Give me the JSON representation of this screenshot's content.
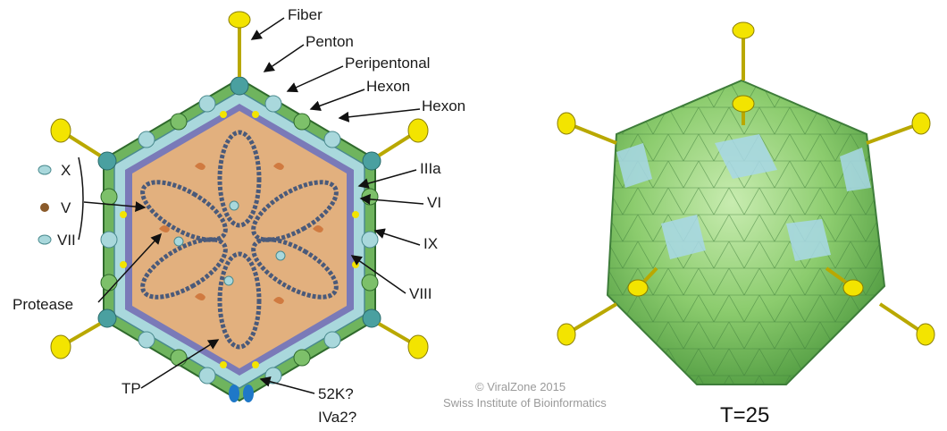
{
  "labels": {
    "fiber": "Fiber",
    "penton": "Penton",
    "peripentonal": "Peripentonal",
    "hexon1": "Hexon",
    "hexon2": "Hexon",
    "iiia": "IIIa",
    "vi": "VI",
    "ix": "IX",
    "viii": "VIII",
    "x": "X",
    "v": "V",
    "vii": "VII",
    "protease": "Protease",
    "tp": "TP",
    "k52": "52K?",
    "iva2": "IVa2?"
  },
  "credit": {
    "line1": "© ViralZone 2015",
    "line2": "Swiss Institute of Bioinformatics"
  },
  "triangulation": "T=25",
  "colors": {
    "core": "#e2b07e",
    "dna": "#4a5a7a",
    "hexon": "#a9d8dc",
    "green": "#7dc06a",
    "darkgreen": "#3f8a3a",
    "penton": "#4aa0a0",
    "fiber": "#f3e400",
    "iiia": "#6a6aa8",
    "capsid_light": "#b8e6a0",
    "capsid_dark": "#5aa84a",
    "capsid_blue": "#a8d8e8"
  }
}
